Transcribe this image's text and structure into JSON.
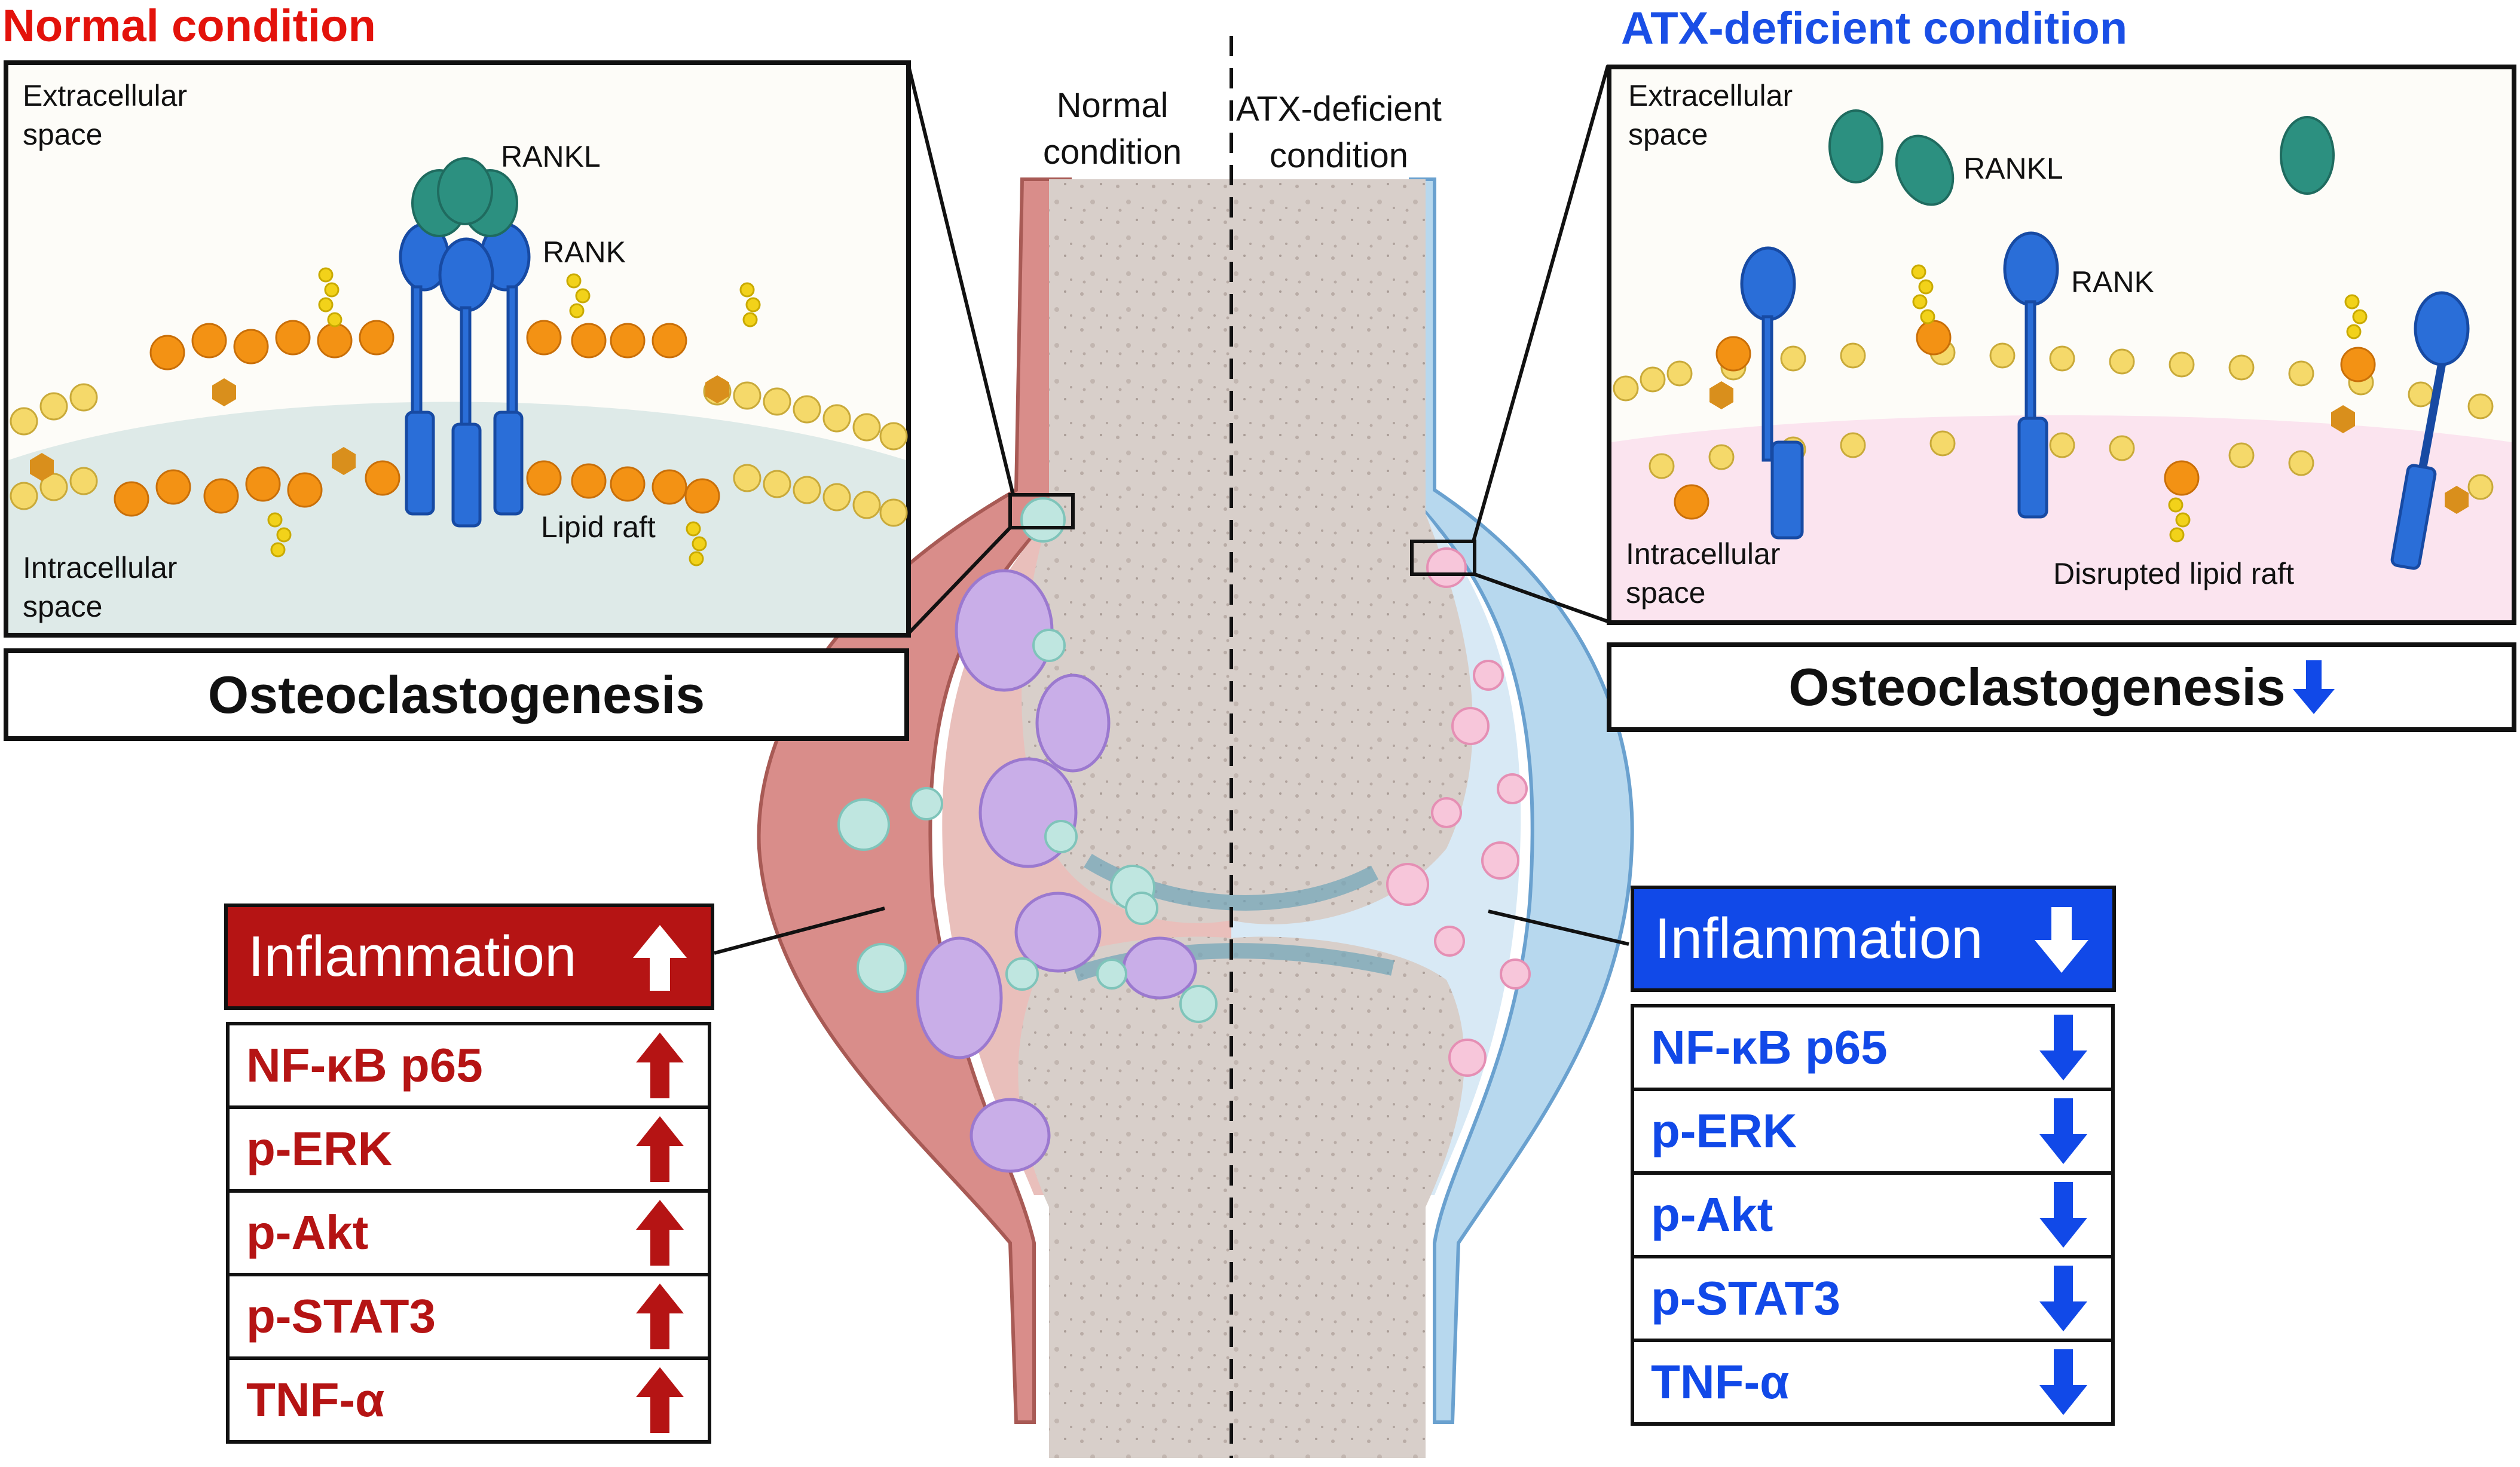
{
  "normal": {
    "title": "Normal condition",
    "title_color": "#e3120b",
    "extracellular": "Extracellular\nspace",
    "intracellular": "Intracellular\nspace",
    "rankl_label": "RANKL",
    "rank_label": "RANK",
    "raft_label": "Lipid raft",
    "outcome": "Osteoclastogenesis",
    "inflammation": "Inflammation",
    "color": "#b51414",
    "indicators": [
      "NF-κB p65",
      "p-ERK",
      "p-Akt",
      "p-STAT3",
      "TNF-α"
    ],
    "direction": "up"
  },
  "atx": {
    "title": "ATX-deficient condition",
    "title_color": "#1a4fe6",
    "extracellular": "Extracellular\nspace",
    "intracellular": "Intracellular\nspace",
    "rankl_label": "RANKL",
    "rank_label": "RANK",
    "raft_label": "Disrupted lipid raft",
    "outcome": "Osteoclastogenesis",
    "inflammation": "Inflammation",
    "color": "#1149e8",
    "indicators": [
      "NF-κB p65",
      "p-ERK",
      "p-Akt",
      "p-STAT3",
      "TNF-α"
    ],
    "direction": "down"
  },
  "joint": {
    "normal_label": "Normal\ncondition",
    "atx_label": "ATX-deficient\ncondition"
  },
  "colors": {
    "rankl": "#2c9080",
    "rank": "#2a6ed8",
    "lipid_head": "#f5d96a",
    "lipid_raft_head": "#f39214",
    "cholesterol": "#d98f1c",
    "sugar": "#f2d21a",
    "osteoclast": "#c9aee8",
    "macrophage": "#bfe6e0",
    "pink_cell": "#f7c6da",
    "bone": "#d9cfca",
    "synovium_normal": "#d98d8a",
    "synovium_atx": "#b7d8ee"
  }
}
